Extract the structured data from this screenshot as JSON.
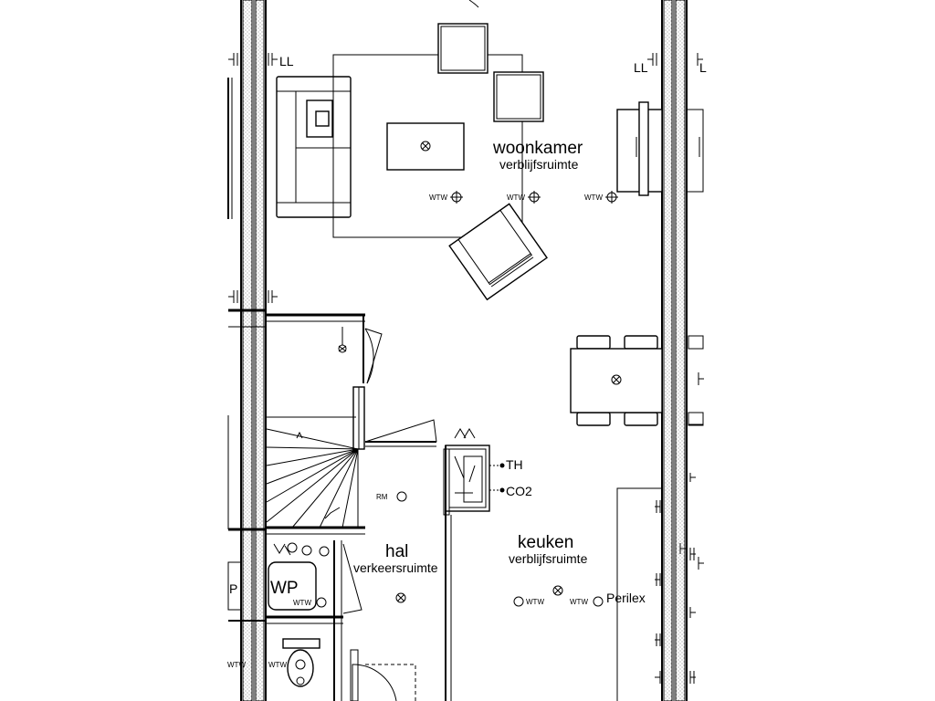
{
  "rooms": {
    "woonkamer": {
      "name": "woonkamer",
      "type": "verblijfsruimte"
    },
    "keuken": {
      "name": "keuken",
      "type": "verblijfsruimte"
    },
    "hal": {
      "name": "hal",
      "type": "verkeersruimte"
    }
  },
  "labels": {
    "ll_left": "LL",
    "ll_right": "LL",
    "th": "TH",
    "co2": "CO2",
    "rm": "RM",
    "wtw": "WTW",
    "wp": "WP",
    "p_left": "P",
    "perilex": "Perilex"
  }
}
